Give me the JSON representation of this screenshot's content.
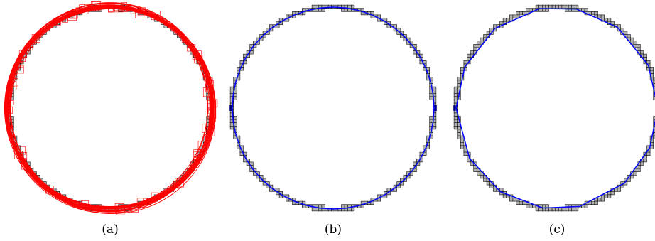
{
  "figure": {
    "panels": [
      {
        "label": "(a)",
        "curve": "fit-ellipses",
        "curve_color": "#ff0000"
      },
      {
        "label": "(b)",
        "curve": "polygon-fine",
        "curve_color": "#0000ff"
      },
      {
        "label": "(c)",
        "curve": "polygon-coarse",
        "curve_color": "#0000ff"
      }
    ],
    "pixel_fill": "#b0b0b0",
    "pixel_stroke": "#000000"
  }
}
